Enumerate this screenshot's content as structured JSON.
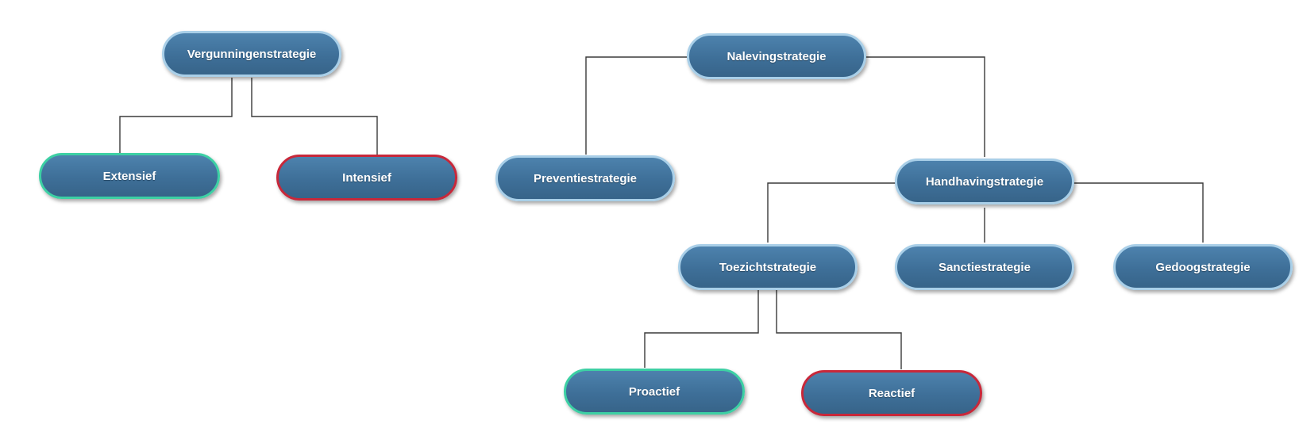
{
  "diagram": {
    "nodes": {
      "vergunningenstrategie": "Vergunningenstrategie",
      "extensief": "Extensief",
      "intensief": "Intensief",
      "nalevingstrategie": "Nalevingstrategie",
      "preventiestrategie": "Preventiestrategie",
      "handhavingstrategie": "Handhavingstrategie",
      "toezichtstrategie": "Toezichtstrategie",
      "sanctiestrategie": "Sanctiestrategie",
      "gedoogstrategie": "Gedoogstrategie",
      "proactief": "Proactief",
      "reactief": "Reactief"
    },
    "colors": {
      "node_fill": "#3e6f98",
      "node_border": "#a9cfe8",
      "green_border": "#3dd0a4",
      "red_border": "#c8283a",
      "connector": "#3a3a3a"
    },
    "edges": [
      [
        "vergunningenstrategie",
        "extensief"
      ],
      [
        "vergunningenstrategie",
        "intensief"
      ],
      [
        "nalevingstrategie",
        "preventiestrategie"
      ],
      [
        "nalevingstrategie",
        "handhavingstrategie"
      ],
      [
        "handhavingstrategie",
        "toezichtstrategie"
      ],
      [
        "handhavingstrategie",
        "sanctiestrategie"
      ],
      [
        "handhavingstrategie",
        "gedoogstrategie"
      ],
      [
        "toezichtstrategie",
        "proactief"
      ],
      [
        "toezichtstrategie",
        "reactief"
      ]
    ]
  }
}
